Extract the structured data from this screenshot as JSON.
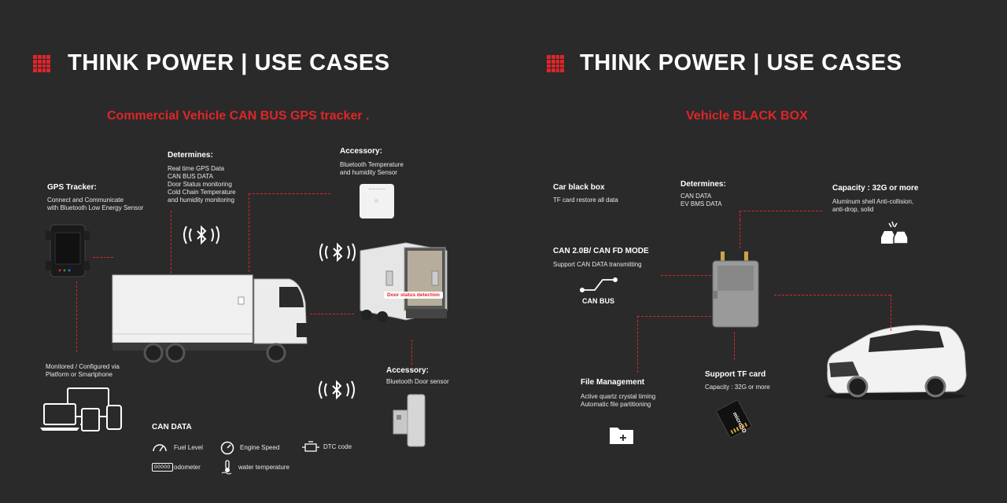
{
  "left": {
    "heading": "THINK POWER | USE CASES",
    "subtitle": "Commercial Vehicle CAN BUS GPS tracker .",
    "gps_tracker": {
      "title": "GPS Tracker:",
      "lines": [
        "Connect and Communicate",
        "with Bluetooth Low Energy Sensor"
      ]
    },
    "determines": {
      "title": "Determines:",
      "lines": [
        "Real time GPS Data",
        "CAN BUS DATA",
        "Door Status monitoring",
        "Cold Chain Temperature",
        "and humidity monitoring"
      ]
    },
    "accessory_temp": {
      "title": "Accessory:",
      "lines": [
        "Bluetooth Temperature",
        "and humidity Sensor"
      ]
    },
    "door_status_label": "Door status detection",
    "monitored": {
      "lines": [
        "Monitored / Configured via",
        "Platform or Smartphone"
      ]
    },
    "accessory_door": {
      "title": "Accessory:",
      "lines": [
        "Bluetooth Door sensor"
      ]
    },
    "can_data": {
      "title": "CAN DATA",
      "items": [
        {
          "label": "Fuel Level",
          "icon": "gauge-icon"
        },
        {
          "label": "Engine Speed",
          "icon": "speedometer-icon"
        },
        {
          "label": "DTC code",
          "icon": "engine-icon"
        },
        {
          "label": "odometer",
          "icon": "odometer-icon"
        },
        {
          "label": "water temperature",
          "icon": "thermometer-icon"
        }
      ],
      "odometer_digits": "00000"
    }
  },
  "right": {
    "heading": "THINK POWER | USE CASES",
    "subtitle": "Vehicle BLACK BOX",
    "car_black_box": {
      "title": "Car black box",
      "lines": [
        "TF card restore all data"
      ]
    },
    "determines": {
      "title": "Determines:",
      "lines": [
        "CAN DATA",
        "EV BMS DATA"
      ]
    },
    "capacity": {
      "title": "Capacity : 32G or more",
      "lines": [
        "Aluminum shell Anti-collision,",
        "anti-drop, solid"
      ]
    },
    "can_mode": {
      "title": "CAN 2.0B/ CAN FD MODE",
      "lines": [
        "Support CAN DATA transmitting"
      ],
      "icon_label": "CAN BUS"
    },
    "file_mgmt": {
      "title": "File Management",
      "lines": [
        "Active quartz crystal timing",
        "Automatic file partitioning"
      ]
    },
    "tf_card": {
      "title": "Support TF card",
      "lines": [
        "Capacity : 32G or more"
      ],
      "card_text": "microSD"
    }
  },
  "colors": {
    "background": "#2a2a2a",
    "accent": "#e02528",
    "text": "#ffffff"
  }
}
